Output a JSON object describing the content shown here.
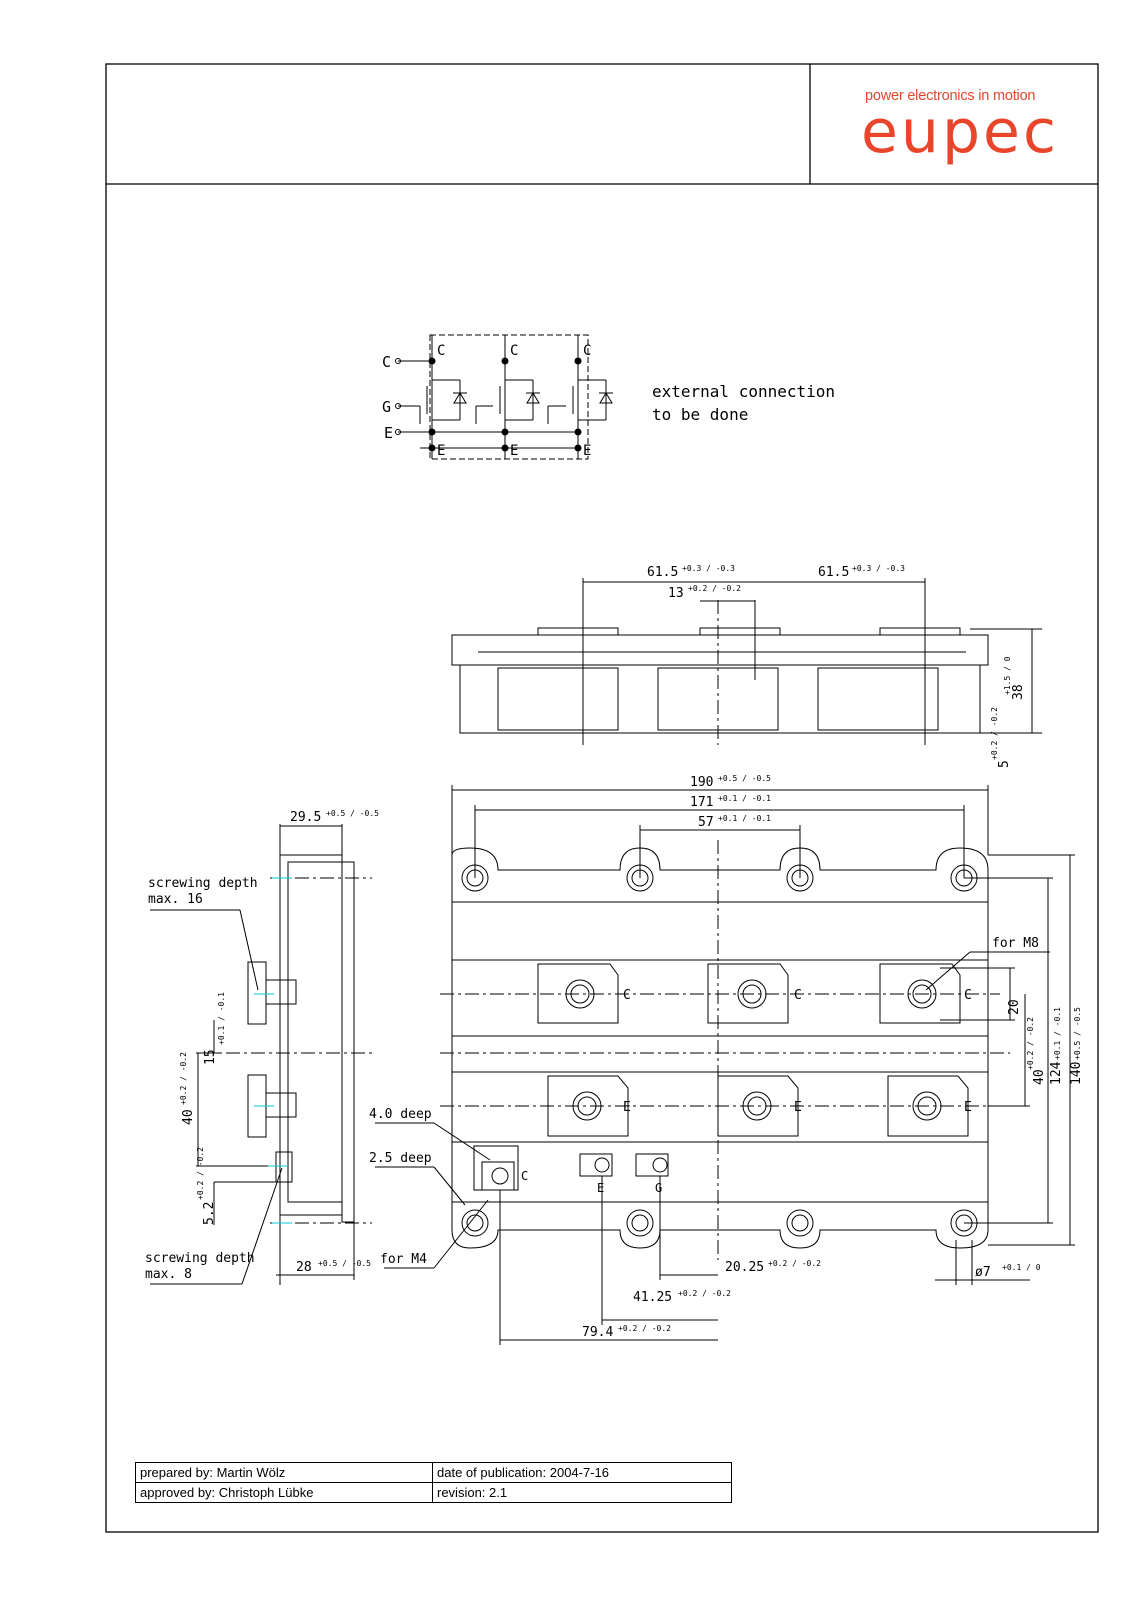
{
  "header": {
    "tagline": "power electronics in motion",
    "brand": "eupec",
    "brand_color": "#e8452b"
  },
  "schematic": {
    "pin_c": "C",
    "pin_g": "G",
    "pin_e": "E",
    "label_c": "C",
    "label_e": "E",
    "note_line1": "external connection",
    "note_line2": "to be done"
  },
  "dimensions": {
    "d_61_5_a": "61.5",
    "d_61_5_tol": "+0.3 / -0.3",
    "d_61_5_b": "61.5",
    "d_13": "13",
    "d_13_tol": "+0.2 / -0.2",
    "d_38": "38",
    "d_38_tol": "+1.5 / 0",
    "d_5": "5",
    "d_5_tol": "+0.2 / -0.2",
    "d_190": "190",
    "d_190_tol": "+0.5 / -0.5",
    "d_171": "171",
    "d_171_tol": "+0.1 / -0.1",
    "d_57": "57",
    "d_57_tol": "+0.1 / -0.1",
    "d_29_5": "29.5",
    "d_29_5_tol": "+0.5 / -0.5",
    "d_28": "28",
    "d_28_tol": "+0.5 / -0.5",
    "d_15": "15",
    "d_15_tol": "+0.1 / -0.1",
    "d_40_left": "40",
    "d_40_tol": "+0.2 / -0.2",
    "d_5_2": "5.2",
    "d_5_2_tol": "+0.2 / -0.2",
    "d_20": "20",
    "d_40_right": "40",
    "d_124": "124",
    "d_124_tol": "+0.1 / -0.1",
    "d_140": "140",
    "d_140_tol": "+0.5 / -0.5",
    "d_7": "ø7",
    "d_7_tol": "+0.1 / 0",
    "d_20_25": "20.25",
    "d_20_25_tol": "+0.2 / -0.2",
    "d_41_25": "41.25",
    "d_41_25_tol": "+0.2 / -0.2",
    "d_79_4": "79.4",
    "d_79_4_tol": "+0.2 / -0.2"
  },
  "labels": {
    "screw_depth_16_l1": "screwing depth",
    "screw_depth_16_l2": "max. 16",
    "screw_depth_8_l1": "screwing depth",
    "screw_depth_8_l2": "max. 8",
    "deep_4": "4.0 deep",
    "deep_2_5": "2.5 deep",
    "for_m4": "for M4",
    "for_m8": "for M8",
    "terminal_c": "C",
    "terminal_e": "E",
    "terminal_g": "G"
  },
  "footer": {
    "prepared": "prepared by: Martin Wölz",
    "date": "date of publication: 2004-7-16",
    "approved": "approved by: Christoph Lübke",
    "revision": "revision: 2.1"
  }
}
